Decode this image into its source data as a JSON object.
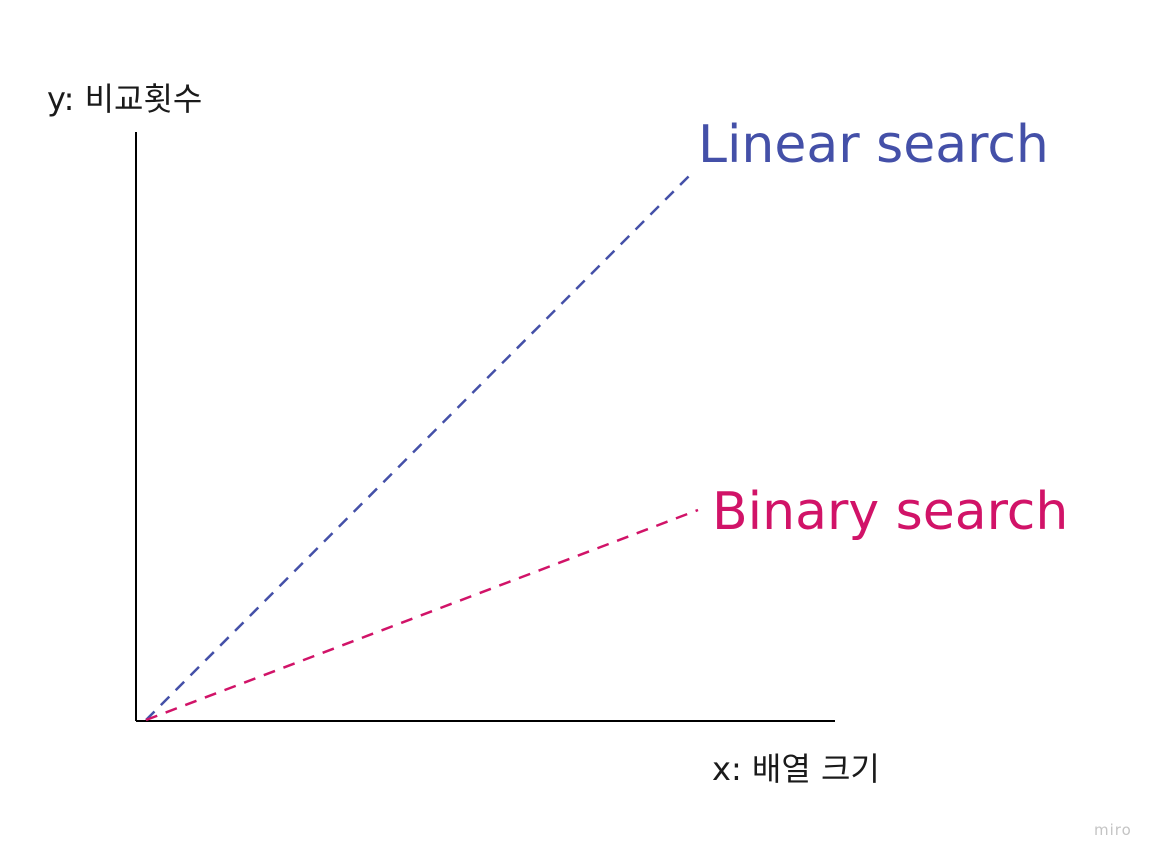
{
  "diagram": {
    "y_axis_label": "y: 비교횟수",
    "x_axis_label": "x: 배열 크기",
    "brand": "miro",
    "series": [
      {
        "name": "Linear search",
        "color": "#4450a8",
        "relative_slope": "steep"
      },
      {
        "name": "Binary search",
        "color": "#d11368",
        "relative_slope": "shallow"
      }
    ],
    "line_style": "dashed",
    "axis_color": "#000000"
  }
}
